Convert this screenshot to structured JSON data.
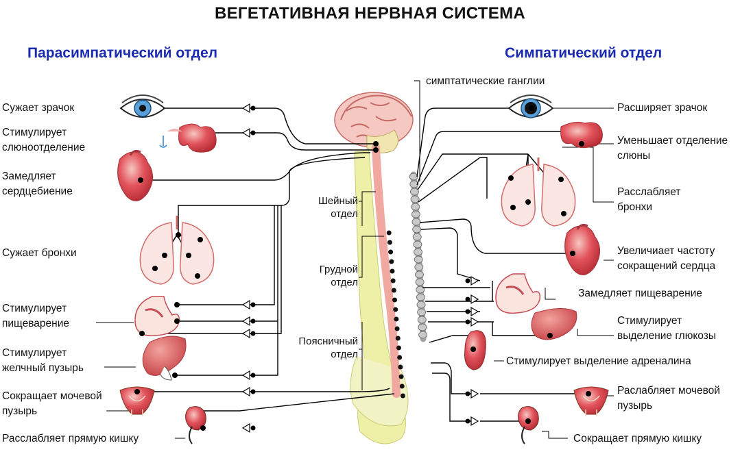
{
  "title": "ВЕГЕТАТИВНАЯ НЕРВНАЯ СИСТЕМА",
  "parasympathetic": {
    "heading": "Парасимпатический отдел",
    "effects": [
      "Сужает зрачок",
      "Стимулирует слюноотделение",
      "Замедляет сердцебиение",
      "Сужает бронхи",
      "Стимулирует пищеварение",
      "Стимулирует желчный пузырь",
      "Сокращает мочевой пузырь",
      "Расслабляет прямую кишку"
    ]
  },
  "sympathetic": {
    "heading": "Симпатический отдел",
    "ganglia_label": "симптатические ганглии",
    "effects": [
      "Расширяет зрачок",
      "Уменьшает отделение слюны",
      "Расслабляет бронхи",
      "Увеличиает частоту сокращений сердца",
      "Замедляет пищеварение",
      "Стимулирует выделение глюкозы",
      "Стимулирует выделение адреналина",
      "Раслабляет мочевой пузырь",
      "Сокращает прямую кишку"
    ]
  },
  "spine_segments": [
    "Шейный отдел",
    "Грудной отдел",
    "Поясничный отдел"
  ],
  "colors": {
    "heading": "#1a2bb0",
    "organ": "#d9414c",
    "organ_light": "#f3b7b3",
    "spinal_cord": "#f0a8a0",
    "vertebrae": "#e9ec9a",
    "ganglia": "#9a9a9a",
    "nerve": "#000000"
  },
  "icons": [
    "eye-icon",
    "salivary-gland-icon",
    "heart-icon",
    "lungs-icon",
    "stomach-icon",
    "liver-icon",
    "bladder-icon",
    "rectum-icon",
    "adrenal-icon",
    "brain-icon"
  ]
}
